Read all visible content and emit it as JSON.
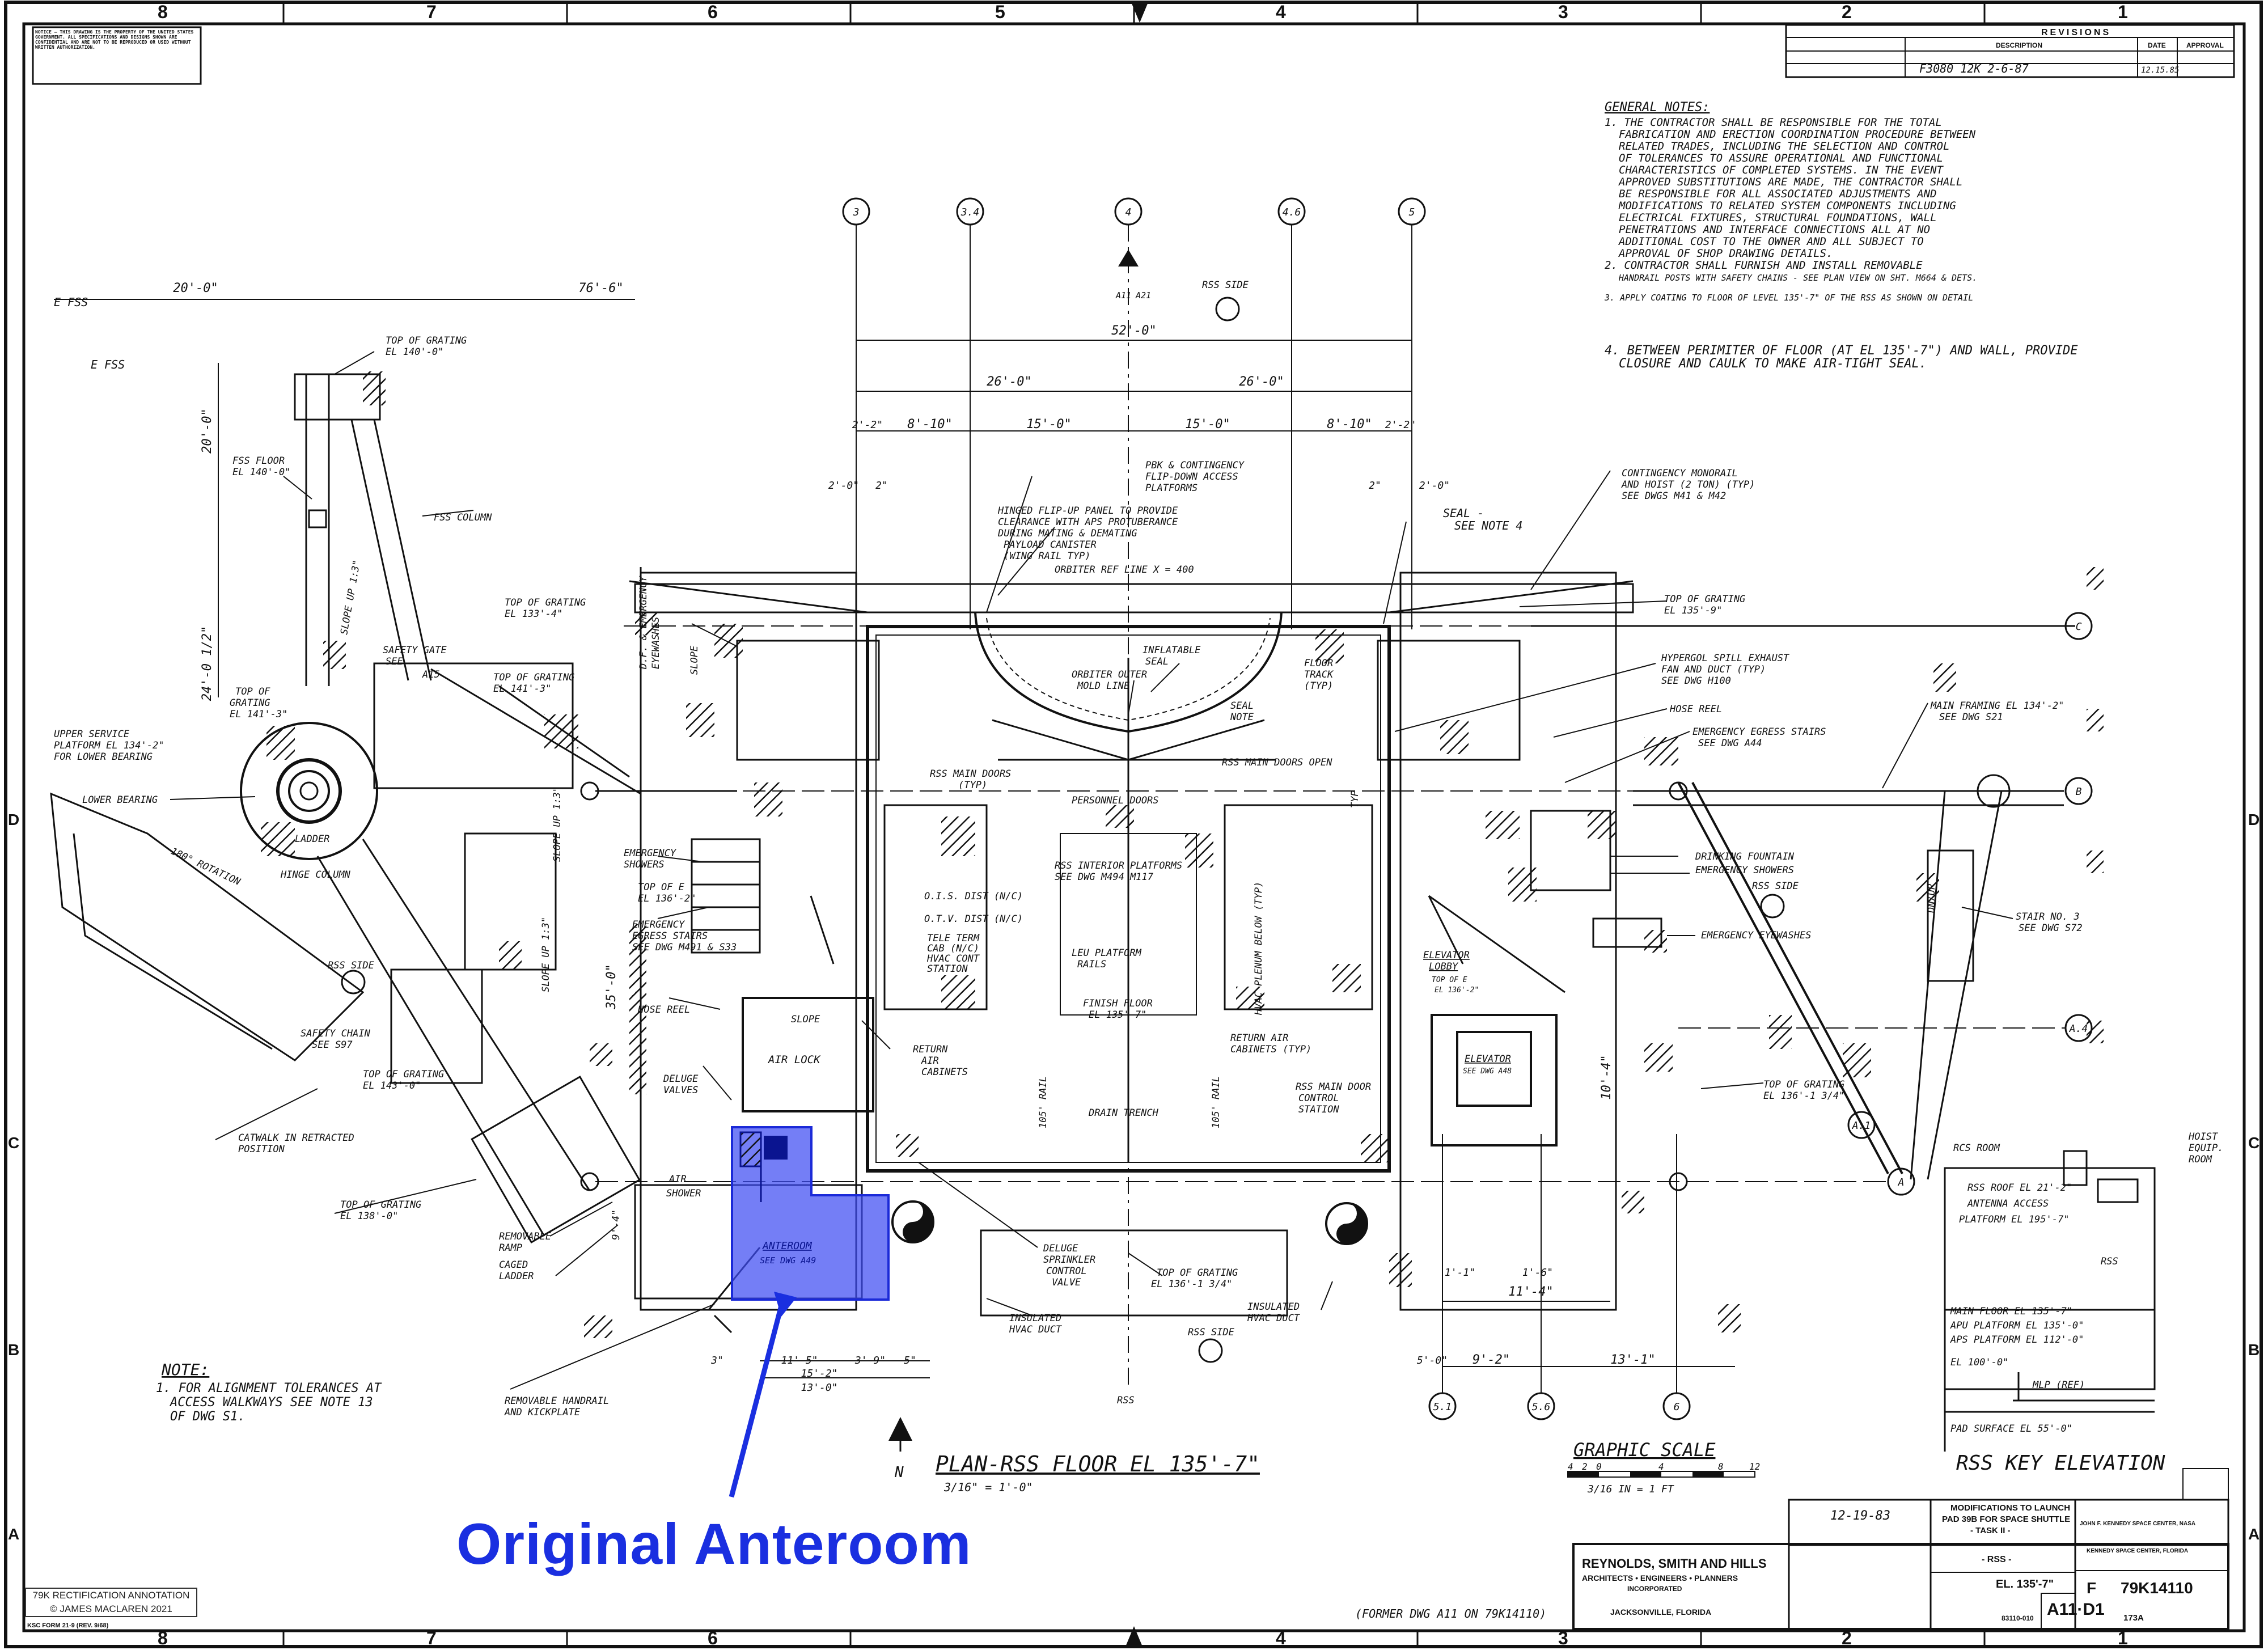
{
  "grid": {
    "columns": [
      "8",
      "7",
      "6",
      "5",
      "4",
      "3",
      "2",
      "1"
    ],
    "rows": [
      "D",
      "C",
      "B",
      "A"
    ]
  },
  "revisions": {
    "title": "REVISIONS",
    "headers": [
      "DESCRIPTION",
      "DATE",
      "APPROVAL"
    ],
    "row": {
      "description": "F3080 12K 2-6-87",
      "date": "12.15.85"
    }
  },
  "general_notes": {
    "title": "GENERAL NOTES:",
    "lines": [
      "1. THE CONTRACTOR SHALL BE RESPONSIBLE FOR THE TOTAL",
      "FABRICATION AND ERECTION COORDINATION PROCEDURE BETWEEN",
      "RELATED TRADES, INCLUDING THE SELECTION AND CONTROL",
      "OF TOLERANCES TO ASSURE OPERATIONAL AND FUNCTIONAL",
      "CHARACTERISTICS OF COMPLETED SYSTEMS. IN THE EVENT",
      "APPROVED SUBSTITUTIONS ARE MADE, THE CONTRACTOR SHALL",
      "BE RESPONSIBLE FOR ALL ASSOCIATED ADJUSTMENTS AND",
      "MODIFICATIONS TO RELATED SYSTEM COMPONENTS INCLUDING",
      "ELECTRICAL FIXTURES, STRUCTURAL FOUNDATIONS, WALL",
      "PENETRATIONS AND INTERFACE CONNECTIONS ALL AT NO",
      "ADDITIONAL COST TO THE OWNER AND ALL SUBJECT TO",
      "APPROVAL OF SHOP DRAWING DETAILS.",
      "2. CONTRACTOR SHALL FURNISH AND INSTALL REMOVABLE",
      "HANDRAIL POSTS WITH SAFETY CHAINS - SEE PLAN VIEW ON SHT. M664 & DETS.",
      "3. APPLY COATING TO FLOOR OF LEVEL 135'-7\" OF THE RSS AS SHOWN ON DETAIL"
    ],
    "note4": [
      "4. BETWEEN PERIMITER OF FLOOR (AT EL 135'-7\") AND WALL, PROVIDE",
      "CLOSURE AND CAULK TO MAKE AIR-TIGHT SEAL."
    ]
  },
  "column_lines": [
    "3",
    "3.4",
    "4",
    "4.6",
    "5"
  ],
  "row_lines": [
    "C",
    "B",
    "A.4",
    "A.1",
    "A"
  ],
  "bottom_lines": [
    "5.1",
    "5.6",
    "6"
  ],
  "dimensions": {
    "d20": "20'-0\"",
    "d76": "76'-6\"",
    "d52": "52'-0\"",
    "d26a": "26'-0\"",
    "d26b": "26'-0\"",
    "d22": "2'-2\"",
    "d810a": "8'-10\"",
    "d15a": "15'-0\"",
    "d15b": "15'-0\"",
    "d810b": "8'-10\"",
    "d22b": "2'-2\"",
    "d20b": "2'-0\"",
    "d2": "2\"",
    "d2b": "2\"",
    "d20c": "2'-0\"",
    "d200": "20'-0\"",
    "d24": "24'-0 1/2\"",
    "d114": "11'-4\"",
    "d92": "9'-2\"",
    "d131": "13'-1\"",
    "d115": "11'-5\"",
    "d152": "15'-2\"",
    "d130": "13'-0\"",
    "d3": "3\"",
    "d39": "3'-9\"",
    "d5": "5\"",
    "d350": "35'-0\"",
    "d94": "9'-4\"",
    "d11": "1'-1\"",
    "d16": "1'-6\"",
    "d50": "5'-0\"",
    "d104": "10'-4\""
  },
  "labels": {
    "efss": "E FSS",
    "efss2": "E FSS",
    "top_grating_140": [
      "TOP OF GRATING",
      "EL 140'-0\""
    ],
    "fss_floor": [
      "FSS FLOOR",
      "EL 140'-0\""
    ],
    "fss_column": "FSS COLUMN",
    "slope": "SLOPE UP 1:3\"",
    "top_grating_133": [
      "TOP OF GRATING",
      "EL 133'-4\""
    ],
    "safety_gate": [
      "SAFETY GATE",
      "SEE",
      "A15"
    ],
    "top_grating_141": [
      "TOP OF GRATING",
      "EL 141'-3\""
    ],
    "top_grating_141b": [
      "TOP OF",
      "GRATING",
      "EL 141'-3\""
    ],
    "upper_service": [
      "UPPER SERVICE",
      "PLATFORM EL 134'-2\"",
      "FOR LOWER BEARING"
    ],
    "lower_bearing": "LOWER BEARING",
    "rotation": "180° ROTATION",
    "ladder": "LADDER",
    "hinge_column": "HINGE COLUMN",
    "emergency_showers": [
      "EMERGENCY",
      "SHOWERS"
    ],
    "top_of_el": [
      "TOP OF E",
      "EL 136'-2\""
    ],
    "emergency_egress": [
      "EMERGENCY",
      "EGRESS STAIRS",
      "SEE DWG M491 & S33"
    ],
    "rss_side4": "RSS SIDE",
    "hose_reel": "HOSE REEL",
    "safety_chain": [
      "SAFETY CHAIN",
      "SEE S97"
    ],
    "top_grating_143": [
      "TOP OF GRATING",
      "EL 143'-0\""
    ],
    "deluge": [
      "DELUGE",
      "VALVES"
    ],
    "catwalk": [
      "CATWALK IN RETRACTED",
      "POSITION"
    ],
    "top_grating_138": [
      "TOP OF GRATING",
      "EL 138'-0\""
    ],
    "removable_ramp": [
      "REMOVABLE",
      "RAMP"
    ],
    "caged_ladder": [
      "CAGED",
      "LADDER"
    ],
    "removable_handrail": [
      "REMOVABLE HANDRAIL",
      "AND KICKPLATE"
    ],
    "air_shower": [
      "AIR",
      "SHOWER"
    ],
    "air_lock": "AIR LOCK",
    "slope2": "SLOPE",
    "anteroom": [
      "ANTEROOM",
      "SEE DWG A49"
    ],
    "pbk": [
      "PBK & CONTINGENCY",
      "FLIP-DOWN ACCESS",
      "PLATFORMS"
    ],
    "hinged": [
      "HINGED FLIP-UP PANEL TO PROVIDE",
      "CLEARANCE WITH APS PROTUBERANCE",
      "DURING MATING & DEMATING",
      "PAYLOAD CANISTER",
      "(WING RAIL TYP)"
    ],
    "orbiter_ref": "ORBITER REF LINE X = 400",
    "orbiter_outer": [
      "ORBITER OUTER",
      "MOLD LINE"
    ],
    "inflatable": [
      "INFLATABLE",
      "SEAL"
    ],
    "seal_note": [
      "SEAL",
      "NOTE"
    ],
    "floor_track": [
      "FLOOR",
      "TRACK",
      "(TYP)"
    ],
    "rss_main_doors_typ": [
      "RSS MAIN DOORS",
      "(TYP)"
    ],
    "rss_main_doors_open": "RSS MAIN DOORS OPEN",
    "personnel_doors": "PERSONNEL DOORS",
    "rss_interior": [
      "RSS INTERIOR PLATFORMS",
      "SEE DWG M494 M117"
    ],
    "ois": "O.I.S. DIST (N/C)",
    "otv": "O.T.V. DIST (N/C)",
    "tele": [
      "TELE TERM",
      "CAB (N/C)",
      "HVAC CONT",
      "STATION"
    ],
    "leu": [
      "LEU PLATFORM",
      "RAILS"
    ],
    "finish_floor": [
      "FINISH FLOOR",
      "EL 135'-7\""
    ],
    "return_air": [
      "RETURN",
      "AIR",
      "CABINETS"
    ],
    "return_air2": [
      "RETURN AIR",
      "CABINETS (TYP)"
    ],
    "rss_main_door_ctrl": [
      "RSS MAIN DOOR",
      "CONTROL",
      "STATION"
    ],
    "drain_trench": "DRAIN TRENCH",
    "rail105": "105' RAIL",
    "rail105b": "105' RAIL",
    "hvac_plenum": "HVAC PLENUM BELOW (TYP)",
    "deluge_sprinkler": [
      "DELUGE",
      "SPRINKLER",
      "CONTROL",
      "VALVE"
    ],
    "top_grating_136": [
      "TOP OF GRATING",
      "EL 136'-1 3/4\""
    ],
    "insulated_hvac": [
      "INSULATED",
      "HVAC DUCT"
    ],
    "insulated_hvac2": [
      "INSULATED",
      "HVAC DUCT"
    ],
    "rss_side5": "RSS SIDE",
    "rss_center": "RSS",
    "contingency_monorail": [
      "CONTINGENCY MONORAIL",
      "AND HOIST (2 TON) (TYP)",
      "SEE DWGS M41 & M42"
    ],
    "seal_see": [
      "SEAL -",
      "SEE NOTE 4"
    ],
    "top_grating_135": [
      "TOP OF GRATING",
      "EL 135'-9\""
    ],
    "hypergol": [
      "HYPERGOL SPILL EXHAUST",
      "FAN AND DUCT (TYP)",
      "SEE DWG H100"
    ],
    "hose_reel2": "HOSE REEL",
    "emergency_egress2": [
      "EMERGENCY EGRESS STAIRS",
      "SEE DWG A44"
    ],
    "main_framing": [
      "MAIN FRAMING EL 134'-2\"",
      "SEE DWG S21"
    ],
    "drinking": "DRINKING FOUNTAIN",
    "emergency_showers2": "EMERGENCY SHOWERS",
    "rss_side2": "RSS SIDE",
    "emergency_eyewashes": "EMERGENCY EYEWASHES",
    "stair3": [
      "STAIR NO. 3",
      "SEE DWG S72"
    ],
    "elevator_lobby": [
      "ELEVATOR",
      "LOBBY",
      "TOP OF E",
      "EL 136'-2\""
    ],
    "elevator": [
      "ELEVATOR",
      "SEE DWG A48"
    ],
    "top_grating_136b": [
      "TOP OF GRATING",
      "EL 136'-1 3/4\""
    ],
    "rcs_room": "RCS ROOM",
    "hoist_equip": [
      "HOIST",
      "EQUIP.",
      "ROOM"
    ],
    "rss_roof": [
      "RSS ROOF EL 21'-2\"",
      "ANTENNA ACCESS",
      "PLATFORM EL 195'-7\""
    ],
    "rss_key": "RSS",
    "main_floor": [
      "MAIN FLOOR EL 135'-7\"",
      "APU PLATFORM EL 135'-0\"",
      "APS PLATFORM EL 112'-0\""
    ],
    "el100": "EL 100'-0\"",
    "mlp": "MLP (REF)",
    "pad_surface": "PAD SURFACE EL 55'-0\"",
    "rss_key_elevation": "RSS KEY ELEVATION",
    "df_eyewashes": [
      "D.F. & EMERGENCY",
      "EYEWASHES"
    ],
    "slope_up_vert": "SLOPE UP 1:3\"",
    "slope_vert2": "SLOPE UP 1:3\"",
    "slope_vert3": "SLOPE",
    "typ": "TYP",
    "downup": "DN/UP",
    "note_title": "NOTE:",
    "note_lines": [
      "1. FOR ALIGNMENT TOLERANCES AT",
      "ACCESS WALKWAYS SEE NOTE 13",
      "OF DWG S1."
    ],
    "plan_title": "PLAN-RSS FLOOR EL 135'-7\"",
    "plan_scale": "3/16\" = 1'-0\"",
    "north": "N",
    "graphic_scale": "GRAPHIC SCALE",
    "scale_marks": [
      "4",
      "2",
      "0",
      "4",
      "8",
      "12"
    ],
    "scale_units": "3/16 IN = 1 FT",
    "former_dwg": "(FORMER DWG A11 ON 79K14110)",
    "rss_side1": "RSS SIDE",
    "a11": "A11",
    "a21": "A21"
  },
  "title_block": {
    "firm": "REYNOLDS, SMITH AND HILLS",
    "firm_sub": "ARCHITECTS • ENGINEERS • PLANNERS",
    "firm_sub2": "INCORPORATED",
    "firm_city": "JACKSONVILLE, FLORIDA",
    "date": "12-19-83",
    "project": [
      "MODIFICATIONS TO LAUNCH",
      "PAD 39B FOR SPACE SHUTTLE",
      "- TASK II -"
    ],
    "rss": "- RSS -",
    "el": "EL. 135'-7\"",
    "center": [
      "JOHN F. KENNEDY SPACE CENTER, NASA",
      "KENNEDY SPACE CENTER, FLORIDA"
    ],
    "sheet": "A11·D1",
    "size": "F",
    "dwg_no": "79K14110",
    "num": "173A",
    "code": "83110-010"
  },
  "notice_text": "NOTICE — THIS DRAWING IS THE PROPERTY OF THE UNITED STATES GOVERNMENT. ALL SPECIFICATIONS AND DESIGNS SHOWN ARE CONFIDENTIAL AND ARE NOT TO BE REPRODUCED OR USED WITHOUT WRITTEN AUTHORIZATION.",
  "form_no": "KSC FORM 21-9 (REV. 9/68)",
  "caption": "Original Anteroom",
  "credit": [
    "79K RECTIFICATION ANNOTATION",
    "© JAMES MACLAREN 2021"
  ],
  "colors": {
    "highlight": "#3f4cf2",
    "caption": "#1a2fe0",
    "ink": "#111111"
  }
}
